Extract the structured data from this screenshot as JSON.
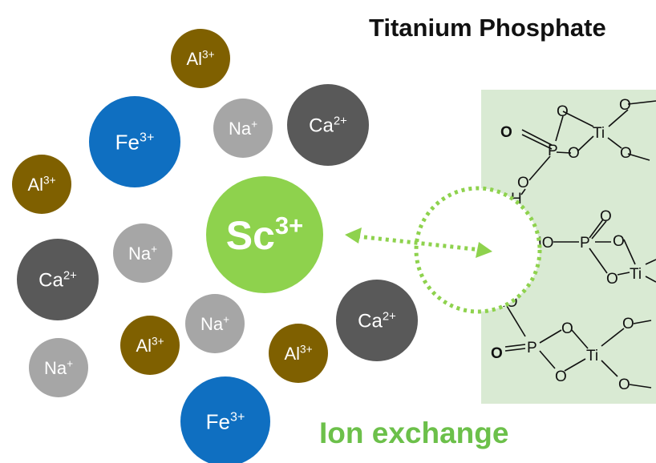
{
  "title": "Titanium Phosphate",
  "caption": "Ion exchange",
  "colors": {
    "Al": "#7f6000",
    "Fe": "#0f6fc1",
    "Na": "#a6a6a6",
    "Ca": "#595959",
    "Sc": "#8ed24d",
    "panel": "#d9ead3",
    "arrow": "#8ed24d",
    "caption": "#6cc04a"
  },
  "ions": [
    {
      "id": "al-1",
      "el": "Al",
      "charge": "3+",
      "type": "Al"
    },
    {
      "id": "fe-1",
      "el": "Fe",
      "charge": "3+",
      "type": "Fe"
    },
    {
      "id": "na-1",
      "el": "Na",
      "charge": "+",
      "type": "Na"
    },
    {
      "id": "ca-1",
      "el": "Ca",
      "charge": "2+",
      "type": "Ca"
    },
    {
      "id": "al-2",
      "el": "Al",
      "charge": "3+",
      "type": "Al"
    },
    {
      "id": "sc",
      "el": "Sc",
      "charge": "3+",
      "type": "Sc"
    },
    {
      "id": "na-2",
      "el": "Na",
      "charge": "+",
      "type": "Na"
    },
    {
      "id": "ca-2",
      "el": "Ca",
      "charge": "2+",
      "type": "Ca"
    },
    {
      "id": "na-3",
      "el": "Na",
      "charge": "+",
      "type": "Na"
    },
    {
      "id": "ca-3",
      "el": "Ca",
      "charge": "2+",
      "type": "Ca"
    },
    {
      "id": "al-3",
      "el": "Al",
      "charge": "3+",
      "type": "Al"
    },
    {
      "id": "al-4",
      "el": "Al",
      "charge": "3+",
      "type": "Al"
    },
    {
      "id": "na-4",
      "el": "Na",
      "charge": "+",
      "type": "Na"
    },
    {
      "id": "fe-2",
      "el": "Fe",
      "charge": "3+",
      "type": "Fe"
    }
  ],
  "structure_labels": {
    "o": "O",
    "p": "P",
    "ti": "Ti",
    "h": "H",
    "ho": "HO"
  }
}
